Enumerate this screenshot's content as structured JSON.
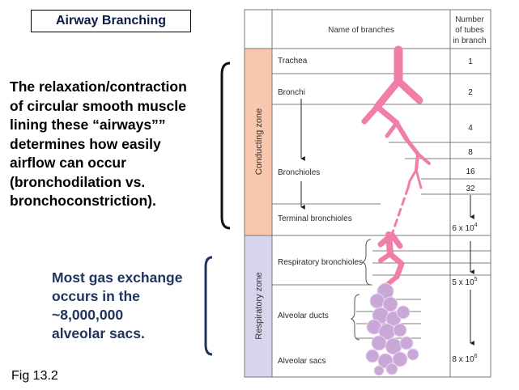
{
  "title": "Airway Branching",
  "paragraph_lines": [
    "The relaxation/contraction",
    "of circular smooth muscle",
    "lining  these “airways””",
    "determines how easily",
    "airflow can occur",
    "(bronchodilation vs.",
    "bronchoconstriction)."
  ],
  "gas_lines": [
    "Most gas exchange",
    "occurs in the",
    "~8,000,000",
    "alveolar sacs."
  ],
  "figure_label": "Fig 13.2",
  "table": {
    "header_name": "Name of branches",
    "header_count_lines": [
      "Number",
      "of tubes",
      "in branch"
    ],
    "zones": {
      "conducting": "Conducting zone",
      "respiratory": "Respiratory zone"
    },
    "branches": {
      "trachea": "Trachea",
      "bronchi": "Bronchi",
      "bronchioles": "Bronchioles",
      "terminal": "Terminal bronchioles",
      "resp_bronchioles": "Respiratory bronchioles",
      "alveolar_ducts": "Alveolar ducts",
      "alveolar_sacs": "Alveolar sacs"
    },
    "counts": {
      "c1": "1",
      "c2": "2",
      "c4": "4",
      "c8": "8",
      "c16": "16",
      "c32": "32",
      "c6e4_base": "6 x 10",
      "c6e4_exp": "4",
      "c5e5_base": "5 x 10",
      "c5e5_exp": "5",
      "c8e6_base": "8 x 10",
      "c8e6_exp": "6"
    }
  },
  "colors": {
    "conducting_zone": "#f8c7ad",
    "respiratory_zone": "#d9d4ec",
    "airway_pink": "#f07ea8",
    "alveoli_lavender": "#c9a8d8",
    "gas_text": "#1f3560"
  }
}
